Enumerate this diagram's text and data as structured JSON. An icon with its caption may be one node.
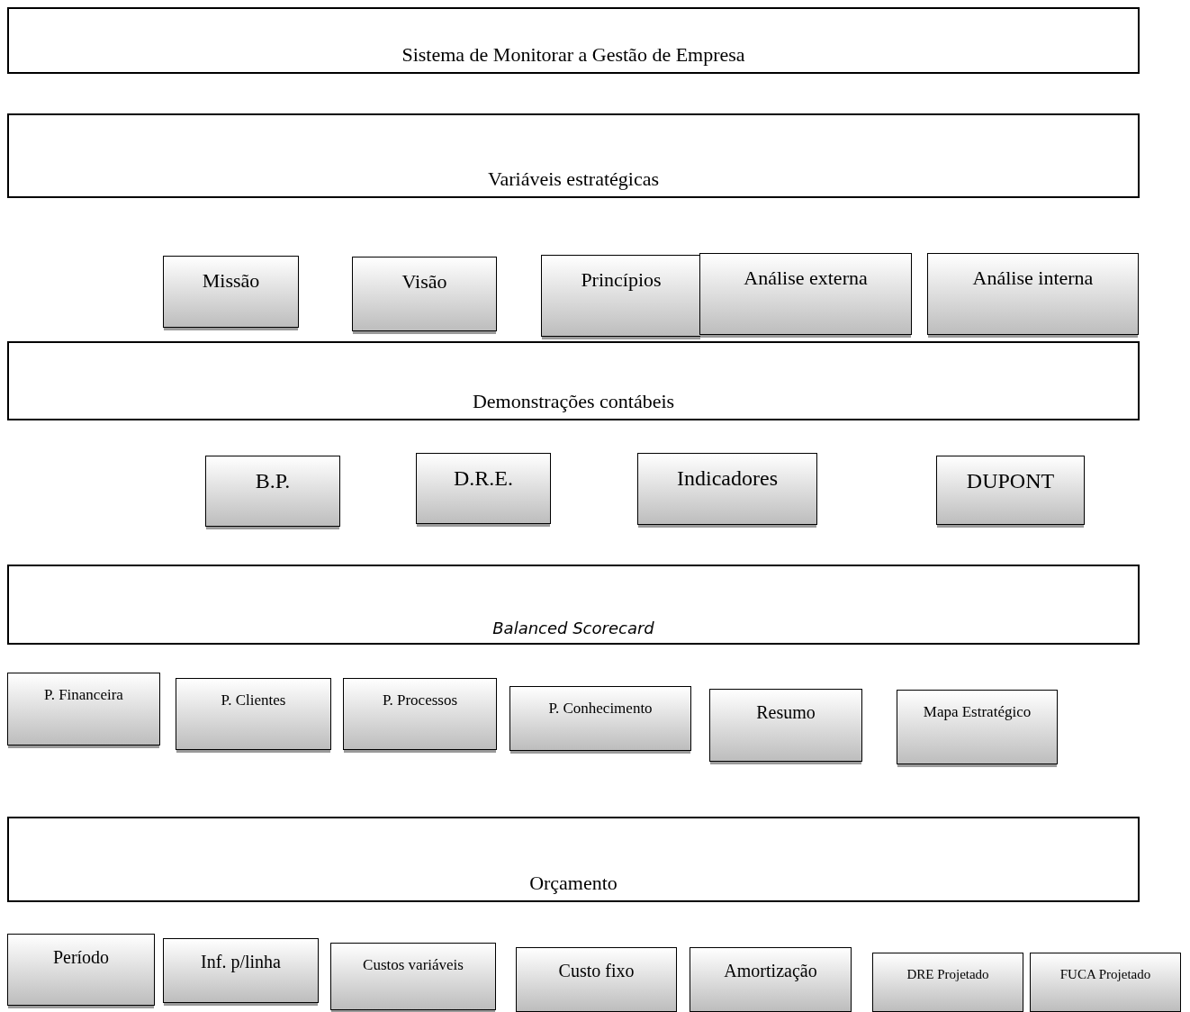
{
  "diagram": {
    "nodes": [
      {
        "text": [
          "Sistema de Monitorar a Gestão de Empresa"
        ]
      },
      {
        "text": [
          "Variáveis estratégicas"
        ]
      },
      {
        "text": [
          "Missão"
        ]
      },
      {
        "text": [
          "Visão"
        ]
      },
      {
        "text": [
          "Princípios"
        ]
      },
      {
        "text": [
          "Análise externa"
        ]
      },
      {
        "text": [
          "Análise interna"
        ]
      },
      {
        "text": [
          "Demonstrações contábeis"
        ]
      },
      {
        "text": [
          "B.P."
        ]
      },
      {
        "text": [
          "D.R.E."
        ]
      },
      {
        "text": [
          "Indicadores"
        ]
      },
      {
        "text": [
          "DUPONT"
        ]
      },
      {
        "text": [
          "Balanced Scorecard"
        ]
      },
      {
        "text": [
          "P. Financeira"
        ]
      },
      {
        "text": [
          "P. Clientes"
        ]
      },
      {
        "text": [
          "P. Processos"
        ]
      },
      {
        "text": [
          "P. Conhecimento"
        ]
      },
      {
        "text": [
          "Resumo"
        ]
      },
      {
        "text": [
          "Mapa Estratégico"
        ]
      },
      {
        "text": [
          "Orçamento"
        ]
      },
      {
        "text": [
          "Período"
        ]
      },
      {
        "text": [
          "Inf. p/linha"
        ]
      },
      {
        "text": [
          "Custos variáveis"
        ]
      },
      {
        "text": [
          "Custo fixo"
        ]
      },
      {
        "text": [
          "Amortização"
        ]
      },
      {
        "text": [
          "DRE Projetado"
        ]
      },
      {
        "text": [
          "FUCA Projetado"
        ]
      }
    ]
  }
}
